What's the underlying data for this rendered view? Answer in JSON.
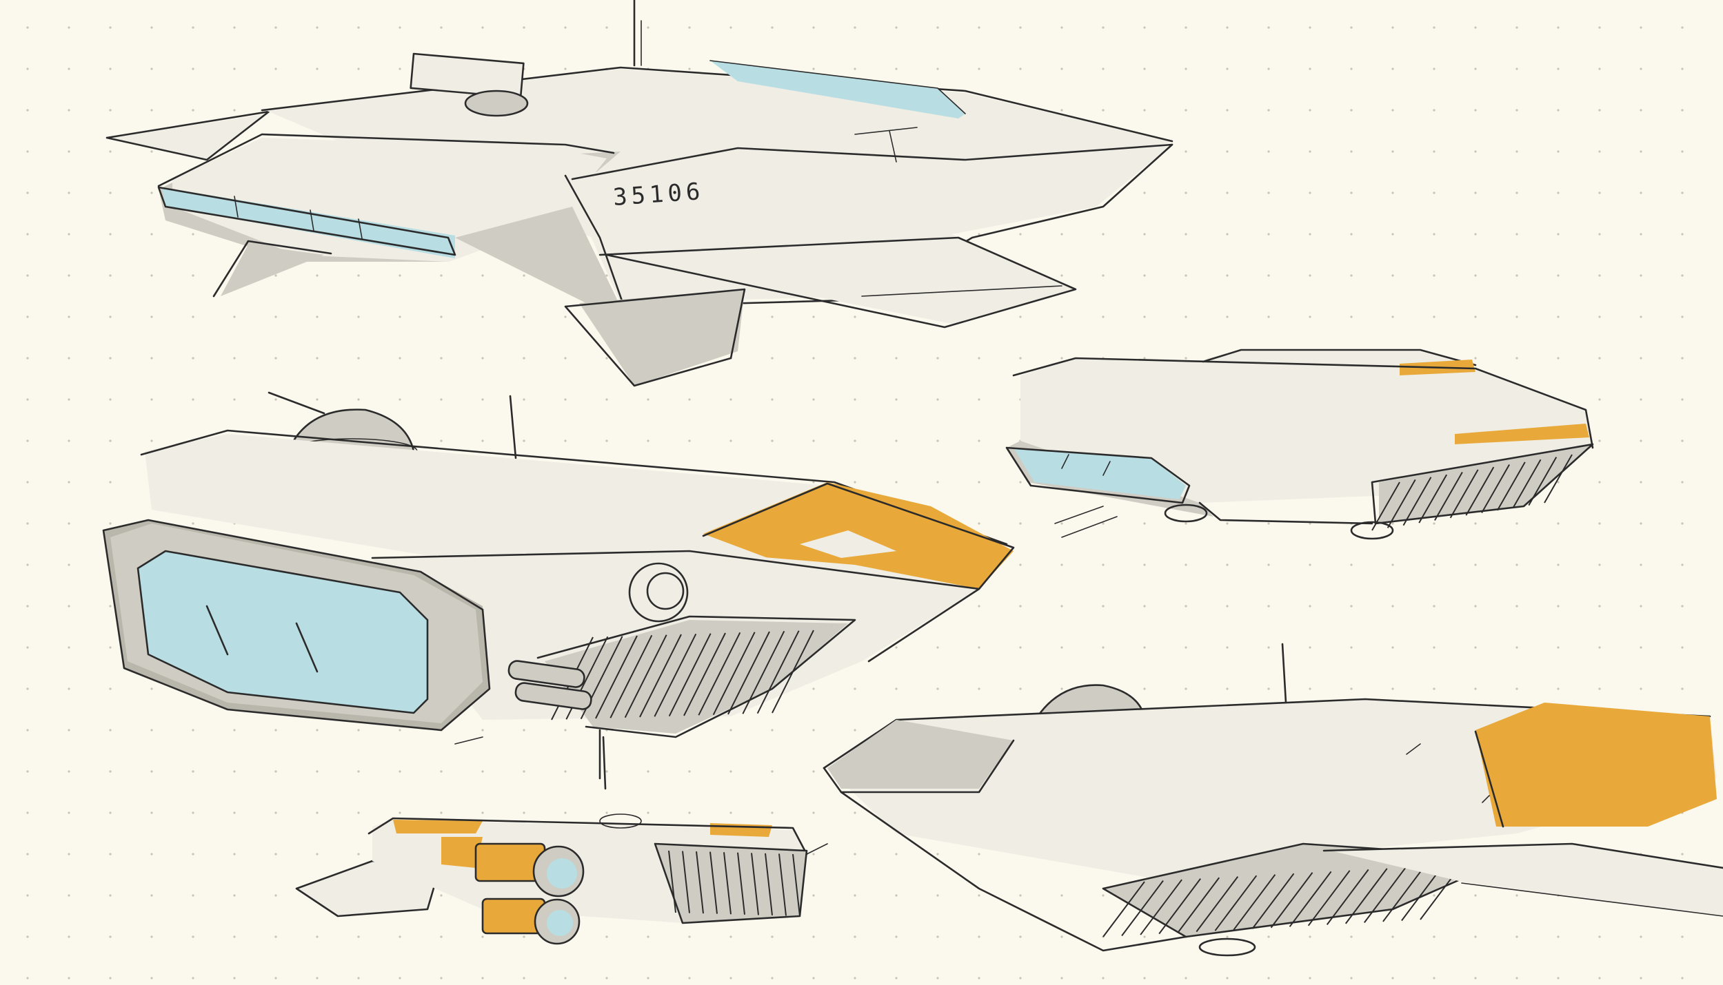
{
  "sheet": {
    "background": "#fbf8ee",
    "ink": "#2b2b2b",
    "marker_colors": {
      "hull": "#efede4",
      "shadow": "#cfcdc3",
      "glass": "#b8dde3",
      "accent": "#e8a93a"
    }
  },
  "sketches": [
    {
      "id": "ship-1",
      "hull_number": "35106"
    },
    {
      "id": "ship-2"
    },
    {
      "id": "ship-3"
    },
    {
      "id": "ship-4"
    },
    {
      "id": "ship-5"
    }
  ]
}
